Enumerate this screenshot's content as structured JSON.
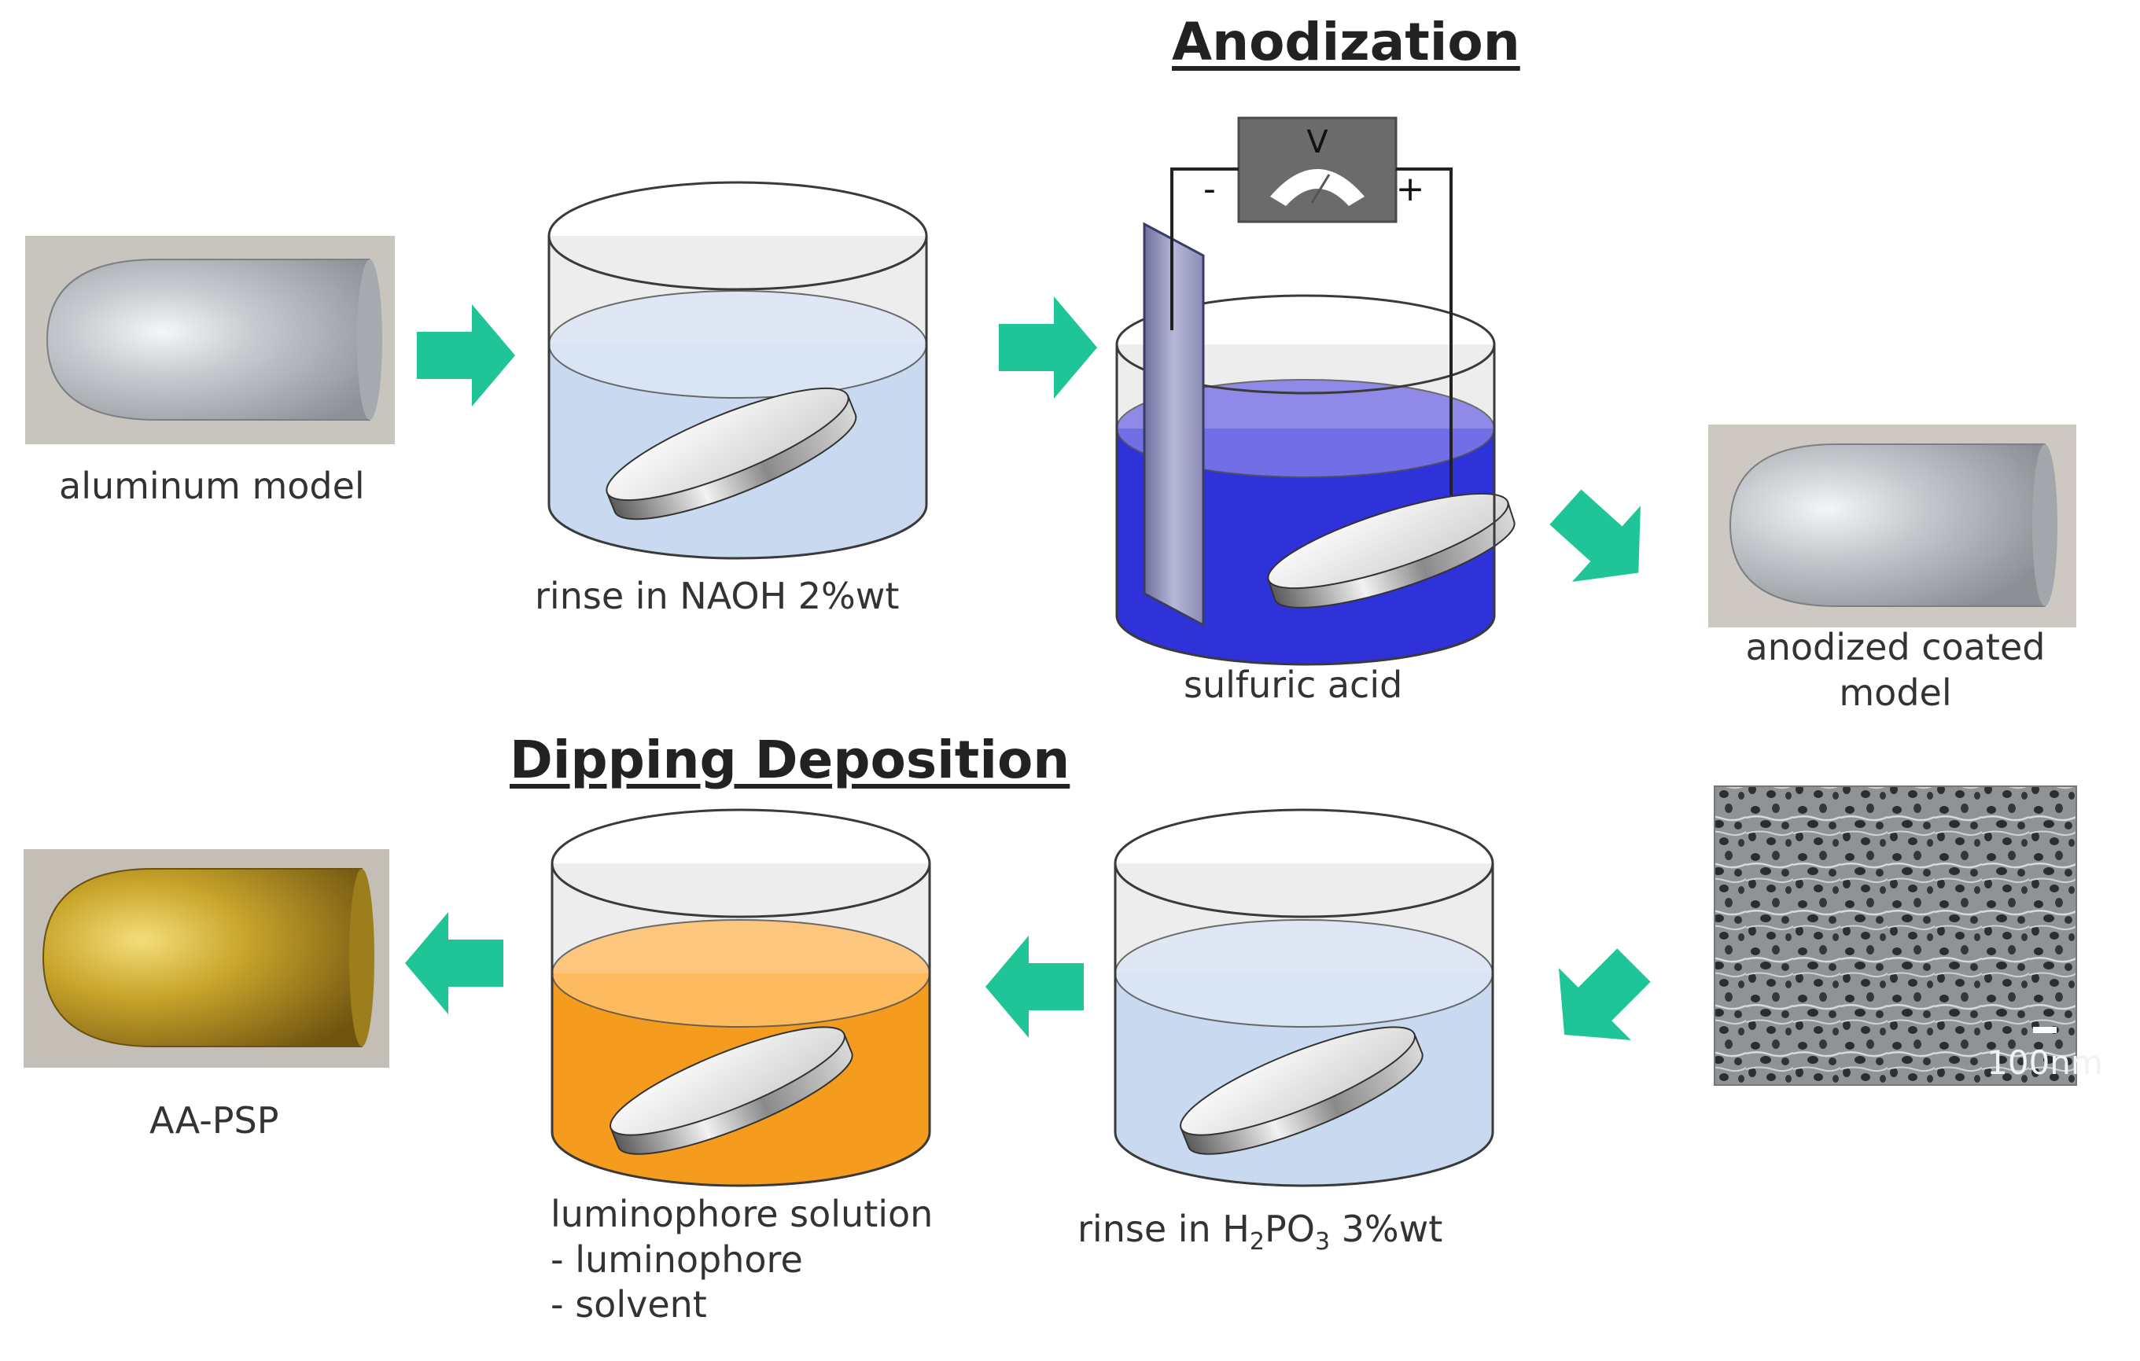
{
  "headings": {
    "anodization": "Anodization",
    "dipping": "Dipping Deposition"
  },
  "steps": {
    "aluminum_model": "aluminum model",
    "rinse_naoh": "rinse in NAOH 2%wt",
    "sulfuric_acid": "sulfuric acid",
    "anodized_line1": "anodized coated",
    "anodized_line2": "model",
    "aa_psp": "AA-PSP",
    "luminophore_title": "luminophore solution",
    "luminophore_item1": "- luminophore",
    "luminophore_item2": "- solvent",
    "rinse_h2po3": {
      "prefix": "rinse in H",
      "sub1": "2",
      "mid": "PO",
      "sub2": "3",
      "suffix": " 3%wt"
    }
  },
  "voltmeter": {
    "symbol": "V",
    "minus": "-",
    "plus": "+"
  },
  "sem": {
    "scale_label": "100nm"
  },
  "colors": {
    "arrow": "#1fc497",
    "naoh_liquid": "#c9daf0",
    "acid_liquid": "#2e32d8",
    "luminophore_liquid": "#f59b1d",
    "beaker_glass": "#efefef",
    "gold_model": "#b8961e",
    "aluminum_model": "#c8cacb"
  }
}
